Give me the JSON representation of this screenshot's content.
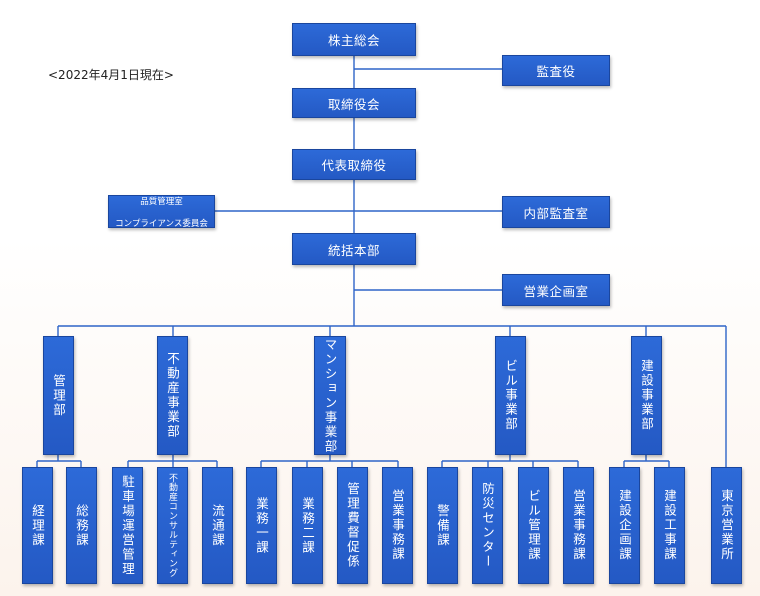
{
  "as_of": "<2022年4月1日現在>",
  "top": {
    "shareholders": "株主総会",
    "auditor": "監査役",
    "board": "取締役会",
    "president": "代表取締役",
    "qc_line1": "品質管理室",
    "qc_line2": "コンプライアンス委員会",
    "internal_audit": "内部監査室",
    "hq": "統括本部",
    "sales_planning": "営業企画室"
  },
  "divisions": {
    "admin": "管理部",
    "real_estate": "不動産事業部",
    "mansion": "マンション事業部",
    "building": "ビル事業部",
    "construction": "建設事業部"
  },
  "sections": {
    "accounting": "経理課",
    "general_affairs": "総務課",
    "parking": "駐車場運営管理",
    "consulting": "不動産コンサルティング",
    "distribution": "流通課",
    "business1": "業務一課",
    "business2": "業務二課",
    "fee_collection": "管理費督促係",
    "sales_admin_m": "営業事務課",
    "security": "警備課",
    "disaster": "防災センター",
    "building_mgmt": "ビル管理課",
    "sales_admin_b": "営業事務課",
    "construction_planning": "建設企画課",
    "construction_works": "建設工事課",
    "tokyo_office": "東京営業所"
  }
}
